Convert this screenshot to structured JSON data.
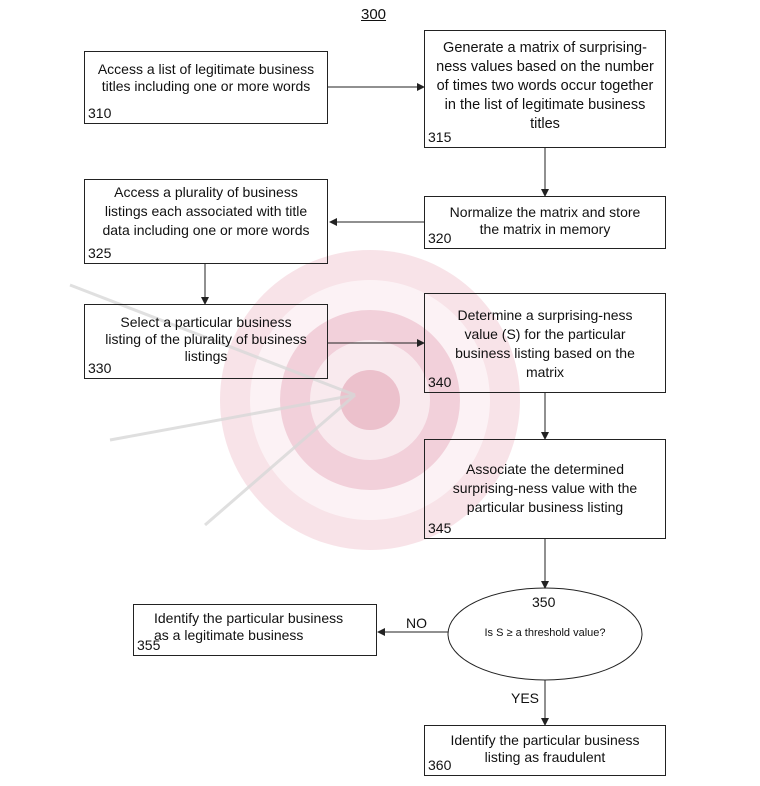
{
  "figure": {
    "number": "300"
  },
  "steps": [
    {
      "id": "310",
      "text": "Access a list of legitimate business titles including one or more words"
    },
    {
      "id": "315",
      "text": "Generate a matrix of surprising-ness values based on the number of times two words occur together in the list of legitimate business titles"
    },
    {
      "id": "320",
      "text": "Normalize the matrix and store the matrix in memory"
    },
    {
      "id": "325",
      "text": "Access a plurality of business listings each associated with title data including one or more words"
    },
    {
      "id": "330",
      "text": "Select a particular business listing of the plurality of business listings"
    },
    {
      "id": "340",
      "text": "Determine a surprising-ness value (S) for the particular business listing based on the matrix"
    },
    {
      "id": "345",
      "text": "Associate the determined surprising-ness value with the particular business listing"
    },
    {
      "id": "355",
      "text": "Identify the particular business as a legitimate business"
    },
    {
      "id": "360",
      "text": "Identify the particular business listing as fraudulent"
    }
  ],
  "decision": {
    "id": "350",
    "text": "Is S ≥ a threshold value?",
    "no_label": "NO",
    "yes_label": "YES"
  },
  "colors": {
    "line": "#222222",
    "watermark": "#e6a2b4"
  }
}
